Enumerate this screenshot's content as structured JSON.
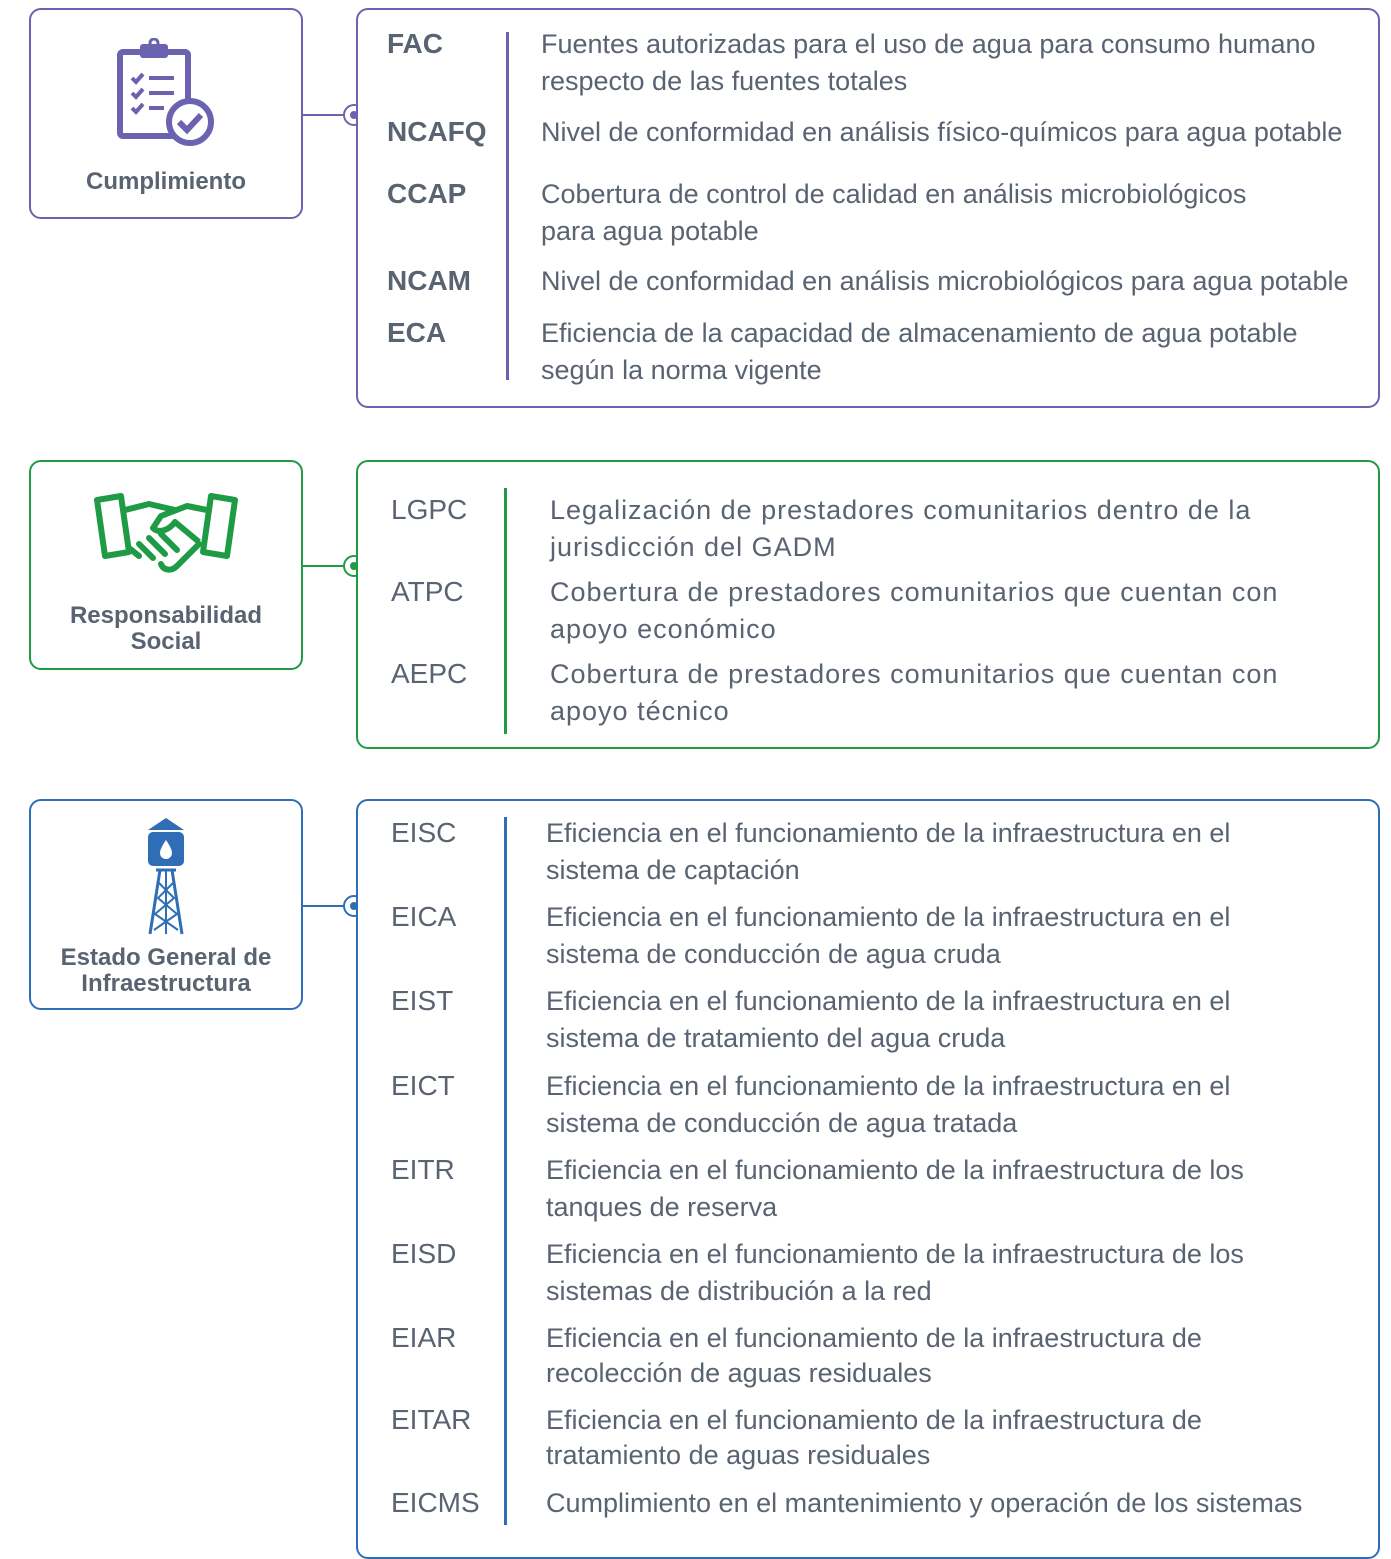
{
  "colors": {
    "purple": "#6b62b0",
    "green": "#1f9a45",
    "blue": "#2f6eb5",
    "text": "#5a6372"
  },
  "sections": [
    {
      "id": "cumplimiento",
      "icon": "clipboard-check-icon",
      "label": "Cumplimiento",
      "indicators": [
        {
          "code": "FAC",
          "desc_1": "Fuentes autorizadas para el uso de agua para consumo humano",
          "desc_2": "respecto de las fuentes totales"
        },
        {
          "code": "NCAFQ",
          "desc_1": "Nivel de conformidad en análisis físico-químicos para agua potable",
          "desc_2": ""
        },
        {
          "code": "CCAP",
          "desc_1": "Cobertura de control de calidad en análisis microbiológicos",
          "desc_2": "para agua potable"
        },
        {
          "code": "NCAM",
          "desc_1": "Nivel de conformidad en análisis microbiológicos para agua potable",
          "desc_2": ""
        },
        {
          "code": "ECA",
          "desc_1": "Eficiencia de la capacidad de almacenamiento de agua potable",
          "desc_2": "según la norma vigente"
        }
      ]
    },
    {
      "id": "responsabilidad",
      "icon": "handshake-icon",
      "label_1": "Responsabilidad",
      "label_2": "Social",
      "indicators": [
        {
          "code": "LGPC",
          "desc_1": "Legalización de prestadores comunitarios dentro de la",
          "desc_2": "jurisdicción del GADM"
        },
        {
          "code": "ATPC",
          "desc_1": "Cobertura de prestadores comunitarios que cuentan con",
          "desc_2": "apoyo económico"
        },
        {
          "code": "AEPC",
          "desc_1": "Cobertura de prestadores comunitarios que cuentan con",
          "desc_2": "apoyo técnico"
        }
      ]
    },
    {
      "id": "infraestructura",
      "icon": "water-tower-icon",
      "label_1": "Estado General de",
      "label_2": "Infraestructura",
      "indicators": [
        {
          "code": "EISC",
          "desc_1": "Eficiencia en el funcionamiento de la infraestructura en el",
          "desc_2": "sistema de captación"
        },
        {
          "code": "EICA",
          "desc_1": "Eficiencia en el funcionamiento de la infraestructura en el",
          "desc_2": "sistema de conducción de agua cruda"
        },
        {
          "code": "EIST",
          "desc_1": "Eficiencia en el funcionamiento de la infraestructura en el",
          "desc_2": "sistema de tratamiento del agua cruda"
        },
        {
          "code": "EICT",
          "desc_1": "Eficiencia en el funcionamiento de la infraestructura en el",
          "desc_2": "sistema de conducción de agua tratada"
        },
        {
          "code": "EITR",
          "desc_1": "Eficiencia en el funcionamiento de la infraestructura de los",
          "desc_2": "tanques de reserva"
        },
        {
          "code": "EISD",
          "desc_1": "Eficiencia en el funcionamiento de la infraestructura de los",
          "desc_2": "sistemas de distribución a la red"
        },
        {
          "code": "EIAR",
          "desc_1": "Eficiencia en el funcionamiento de la infraestructura de",
          "desc_2": "recolección de aguas residuales"
        },
        {
          "code": "EITAR",
          "desc_1": "Eficiencia en el funcionamiento de la infraestructura de",
          "desc_2": "tratamiento de aguas residuales"
        },
        {
          "code": "EICMS",
          "desc_1": "Cumplimiento en el mantenimiento y operación de los sistemas",
          "desc_2": ""
        }
      ]
    }
  ]
}
